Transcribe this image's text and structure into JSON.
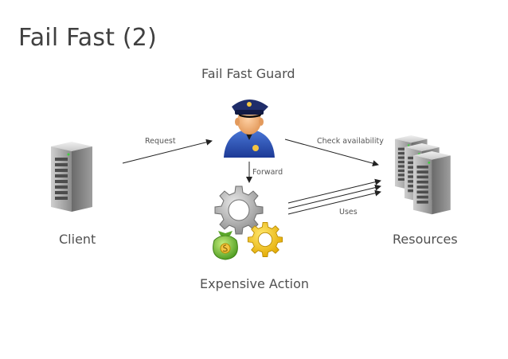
{
  "slide": {
    "title": "Fail Fast (2)"
  },
  "nodes": {
    "client": "Client",
    "guard": "Fail Fast Guard",
    "action": "Expensive Action",
    "resources": "Resources"
  },
  "edges": {
    "request": "Request",
    "forward": "Forward",
    "check": "Check availability",
    "uses": "Uses"
  },
  "icons": {
    "client": "server-icon",
    "guard": "police-officer-icon",
    "action": "gears-money-icon",
    "resources": "server-cluster-icon"
  },
  "colors": {
    "title": "#404040",
    "label": "#505050",
    "arrow": "#222222",
    "gear_gray": "#9a9a9a",
    "gear_yellow": "#f2c31a",
    "money_green": "#7cc242",
    "police_blue": "#2a4aa8"
  }
}
